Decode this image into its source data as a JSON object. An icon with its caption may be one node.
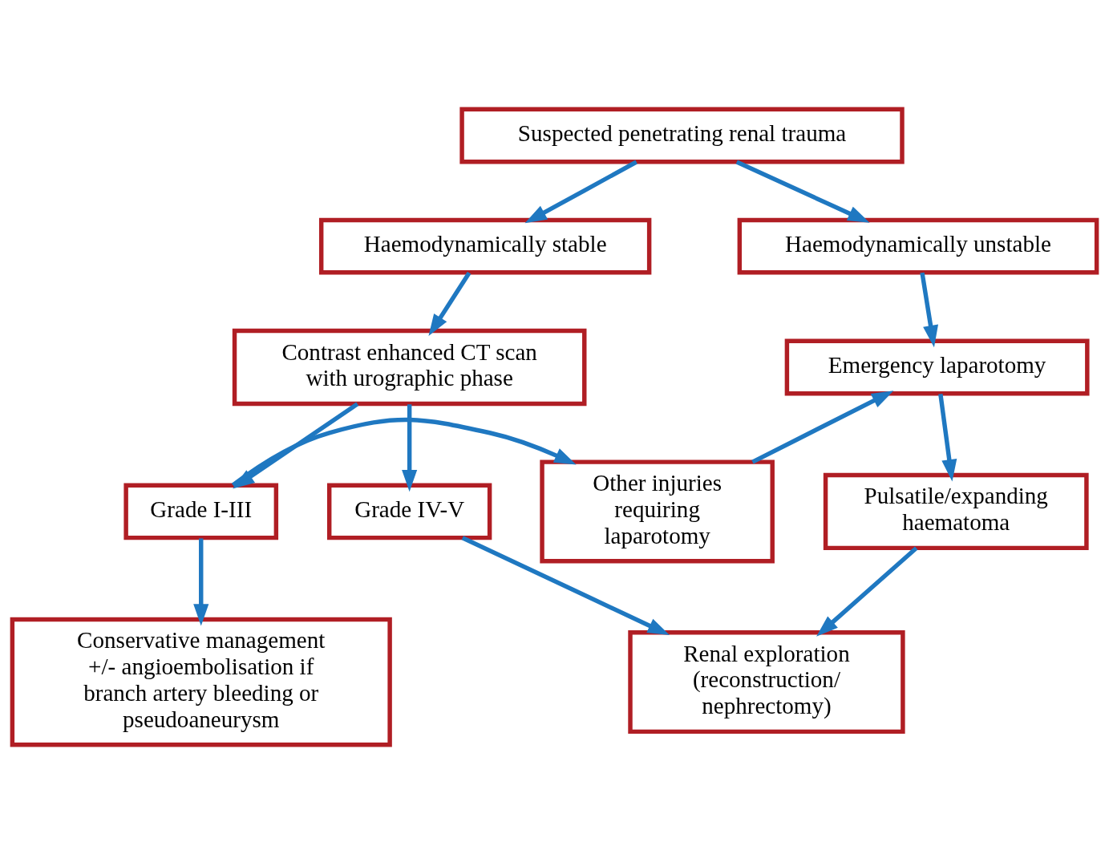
{
  "diagram": {
    "nodes": [
      {
        "text": [
          "Suspected penetrating renal trauma"
        ]
      },
      {
        "text": [
          "Haemodynamically stable"
        ]
      },
      {
        "text": [
          "Haemodynamically unstable"
        ]
      },
      {
        "text": [
          "Contrast enhanced CT scan with urographic phase"
        ]
      },
      {
        "text": [
          "Emergency laparotomy"
        ]
      },
      {
        "text": [
          "Grade IV-V"
        ]
      },
      {
        "text": [
          "Grade I-III"
        ]
      },
      {
        "text": [
          "Other injuries requiring laparotomy"
        ]
      },
      {
        "text": [
          "Pulsatile/expanding haematoma"
        ]
      },
      {
        "text": [
          "Conservative management +/- angioembolisation if branch artery bleeding or pseudoaneurysm"
        ]
      },
      {
        "text": [
          "Renal exploration (reconstruction/ nephrectomy)"
        ]
      }
    ],
    "edges": [
      {
        "from": 0,
        "to": 1,
        "arrow": "to"
      },
      {
        "from": 0,
        "to": 2,
        "arrow": "to"
      },
      {
        "from": 1,
        "to": 3,
        "arrow": "to"
      },
      {
        "from": 2,
        "to": 4,
        "arrow": "to"
      },
      {
        "from": 3,
        "to": 5,
        "arrow": "to"
      },
      {
        "from": 3,
        "to": 6,
        "arrow": "to"
      },
      {
        "from": 6,
        "to": 7,
        "arrow": "to"
      },
      {
        "from": 7,
        "to": 4,
        "arrow": "to"
      },
      {
        "from": 4,
        "to": 8,
        "arrow": "to"
      },
      {
        "from": 6,
        "to": 9,
        "arrow": "to"
      },
      {
        "from": 8,
        "to": 10,
        "arrow": "to"
      },
      {
        "from": 5,
        "to": 10,
        "arrow": "to"
      }
    ]
  }
}
